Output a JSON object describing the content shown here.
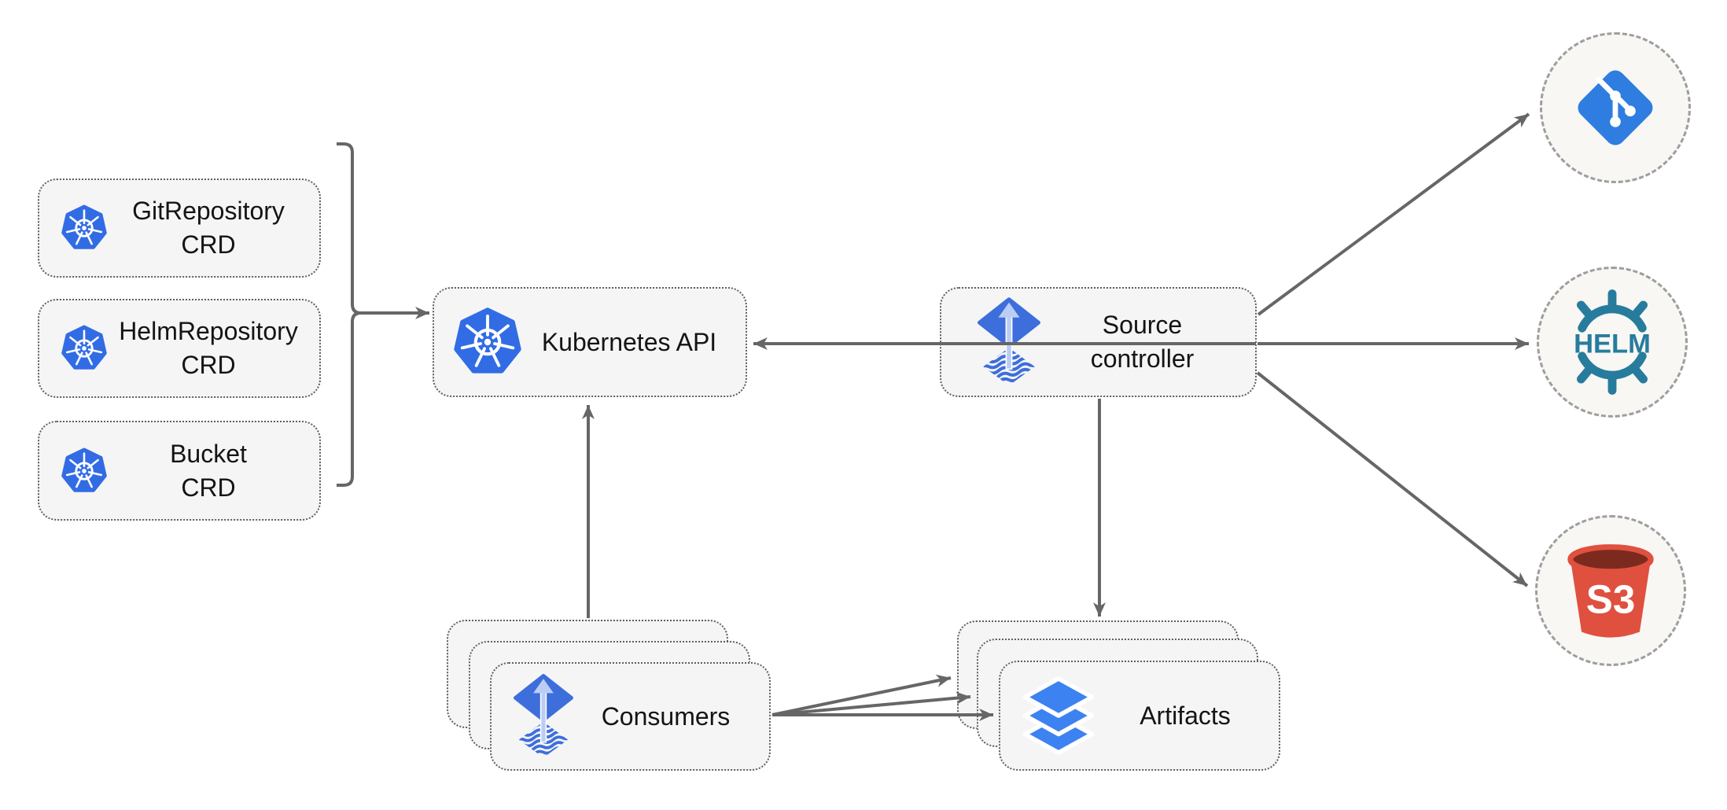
{
  "nodes": {
    "git_repository_crd": {
      "line1": "GitRepository",
      "line2": "CRD",
      "icon": "kubernetes-icon"
    },
    "helm_repository_crd": {
      "line1": "HelmRepository",
      "line2": "CRD",
      "icon": "kubernetes-icon"
    },
    "bucket_crd": {
      "line1": "Bucket",
      "line2": "CRD",
      "icon": "kubernetes-icon"
    },
    "kubernetes_api": {
      "label": "Kubernetes API",
      "icon": "kubernetes-icon"
    },
    "source_controller": {
      "line1": "Source",
      "line2": "controller",
      "icon": "flux-icon"
    },
    "consumers": {
      "label": "Consumers",
      "icon": "flux-icon",
      "stacked": 3
    },
    "artifacts": {
      "label": "Artifacts",
      "icon": "layers-icon",
      "stacked": 3
    },
    "git": {
      "icon": "git-icon"
    },
    "helm": {
      "label": "HELM",
      "icon": "helm-wheel-icon"
    },
    "s3": {
      "label": "S3",
      "icon": "s3-bucket-icon"
    }
  },
  "edges": [
    {
      "from": "crd_bracket_group",
      "to": "kubernetes_api"
    },
    {
      "from": "source_controller",
      "to": "kubernetes_api"
    },
    {
      "from": "consumers",
      "to": "kubernetes_api"
    },
    {
      "from": "source_controller",
      "to": "artifacts"
    },
    {
      "from": "source_controller",
      "to": "git"
    },
    {
      "from": "source_controller",
      "to": "helm"
    },
    {
      "from": "source_controller",
      "to": "s3"
    },
    {
      "from": "consumers",
      "to": "artifacts"
    },
    {
      "from": "consumers",
      "to": "artifacts"
    },
    {
      "from": "consumers",
      "to": "artifacts"
    }
  ],
  "colors": {
    "arrow": "#666666",
    "box_fill": "#f5f5f5",
    "box_border": "#5f5f5f",
    "circle_fill": "#f8f7f4",
    "circle_border": "#9e9e9e",
    "kubernetes_blue": "#326ce5",
    "flux_blue": "#3d6edb",
    "flux_arrow_light": "#bccdf4",
    "git_blue": "#2f7de1",
    "helm_teal": "#277c9d",
    "s3_red": "#e0503f",
    "s3_dark": "#7c2a1e",
    "layers_blue": "#3c82f0"
  }
}
